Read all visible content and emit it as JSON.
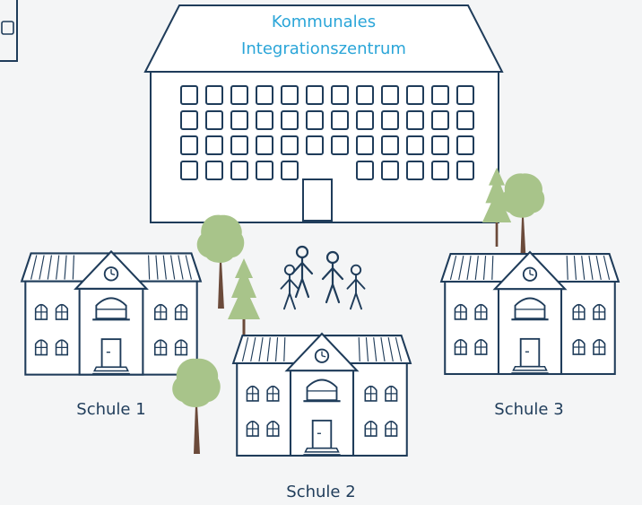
{
  "center": {
    "title_line1": "Kommunales",
    "title_line2": "Integrationszentrum"
  },
  "schools": [
    {
      "label": "Schule 1"
    },
    {
      "label": "Schule 2"
    },
    {
      "label": "Schule 3"
    }
  ],
  "colors": {
    "ink": "#1f3c5a",
    "title": "#2aa5d8",
    "tree_green": "#a8c48a",
    "trunk": "#6b4a3a",
    "background": "#f4f5f6"
  }
}
